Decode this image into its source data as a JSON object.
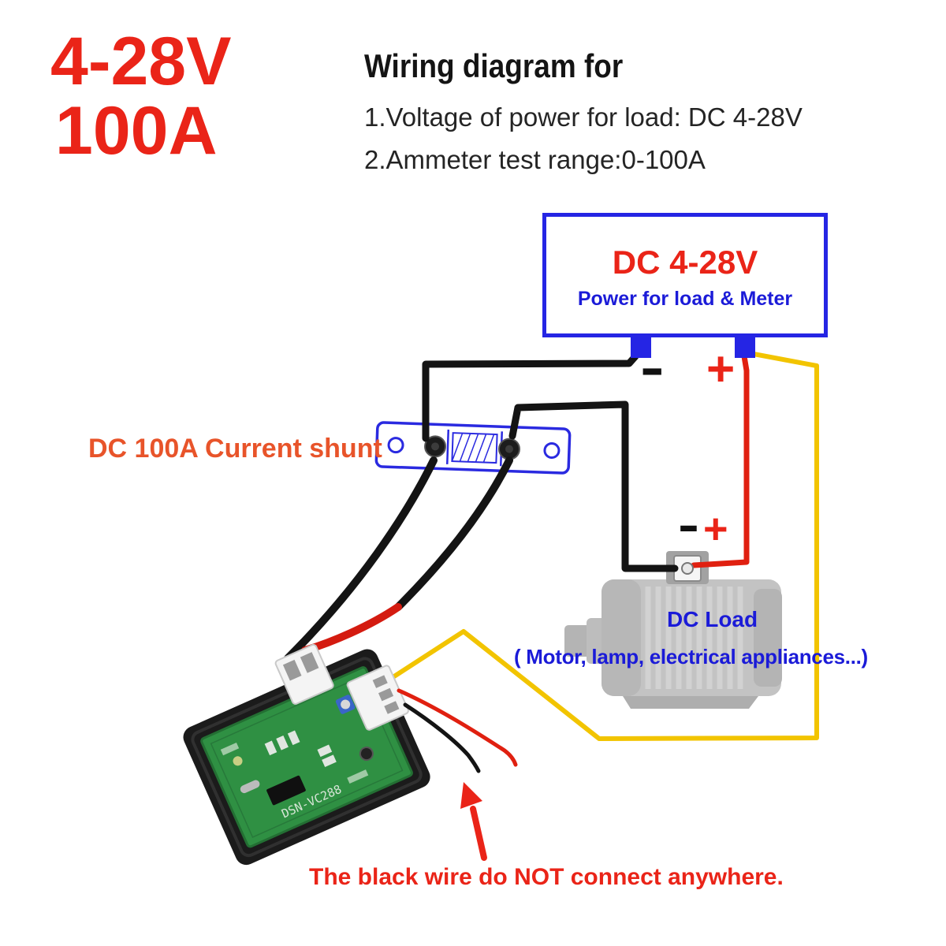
{
  "ratings": {
    "voltage": "4-28V",
    "current": "100A"
  },
  "header": {
    "title": "Wiring diagram for",
    "items": [
      "1.Voltage of power for load: DC 4-28V",
      "2.Ammeter test range:0-100A"
    ]
  },
  "power_source": {
    "title": "DC 4-28V",
    "subtitle": "Power for load & Meter",
    "negative": "-",
    "positive": "+"
  },
  "shunt": {
    "label": "DC 100A Current shunt"
  },
  "load": {
    "negative": "-",
    "positive": "+",
    "name": "DC Load",
    "examples": "( Motor, lamp, electrical appliances...)"
  },
  "meter": {
    "model": "DSN-VC288"
  },
  "warning": {
    "text": "The black wire do NOT connect anywhere."
  },
  "colors": {
    "accent_red": "#ea2418",
    "accent_blue": "#2525e4",
    "text_blue": "#1b1bd8",
    "shunt_label_orange": "#e8542a",
    "wire_black": "#141414",
    "wire_red": "#e02010",
    "wire_yellow": "#f2c400",
    "motor_gray": "#c3c3c3",
    "pcb_green": "#2f9043"
  }
}
